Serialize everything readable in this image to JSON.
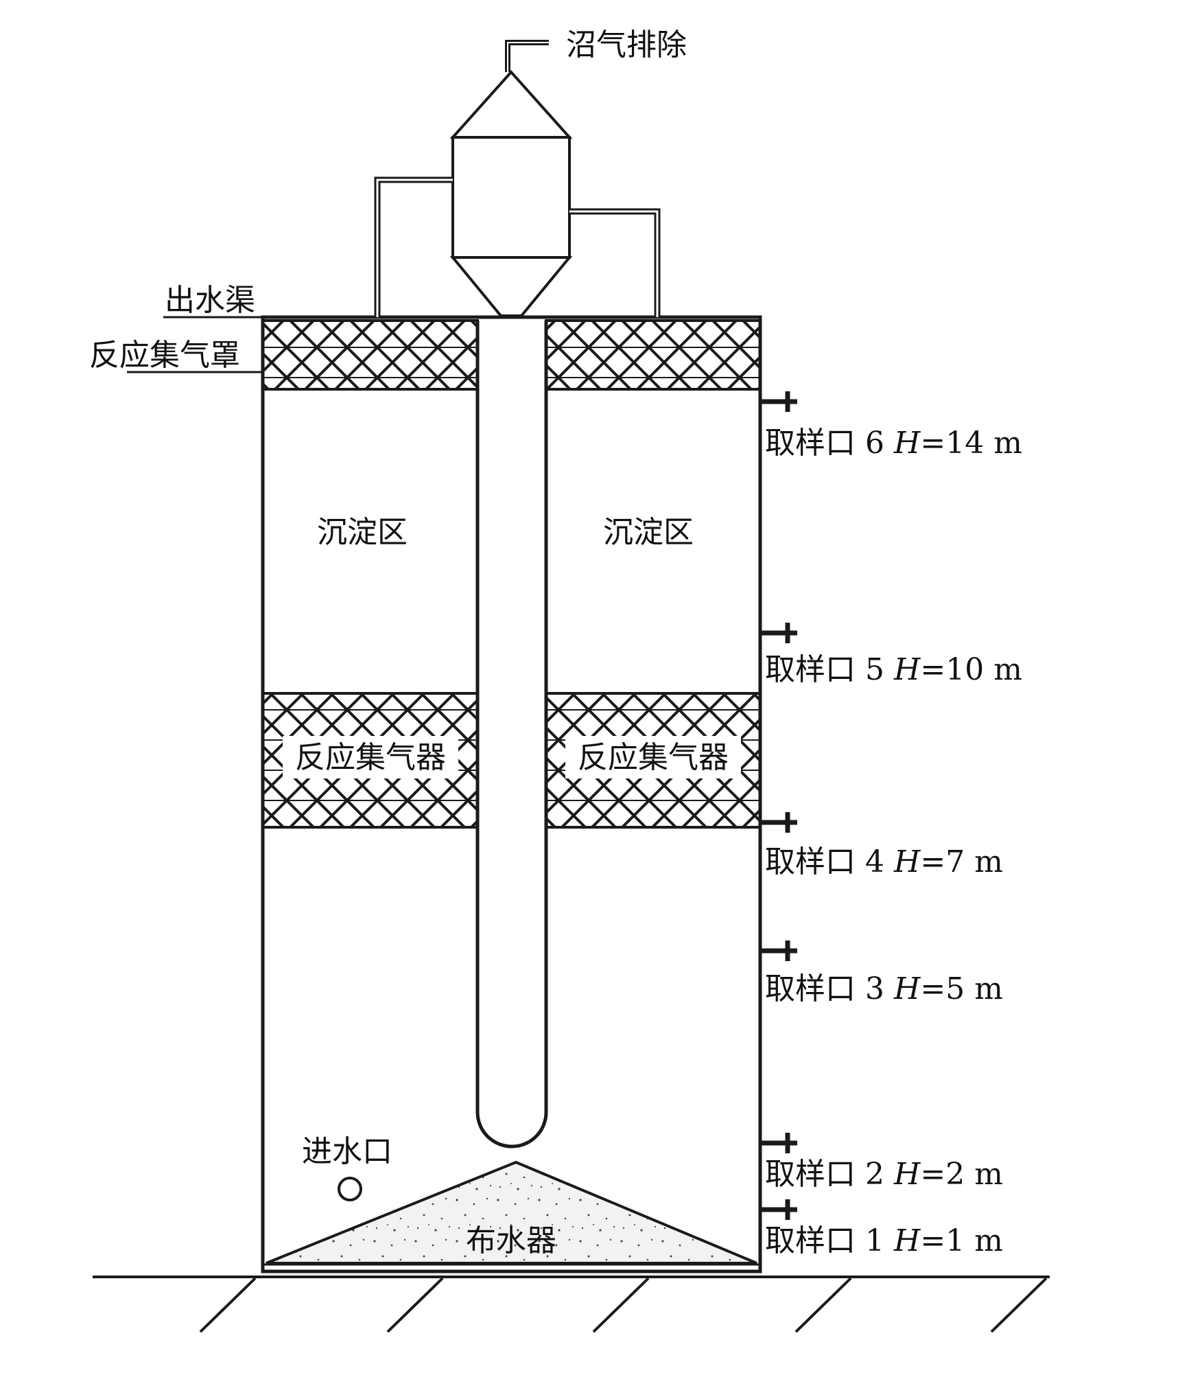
{
  "labels": {
    "biogas_exhaust": "沼气排除",
    "effluent_channel": "出水渠",
    "reaction_gas_hood": "反应集气罩",
    "settling_zone_left": "沉淀区",
    "settling_zone_right": "沉淀区",
    "gas_collector_left": "反应集气器",
    "gas_collector_right": "反应集气器",
    "water_inlet": "进水口",
    "water_distributor": "布水器"
  },
  "sampling_ports": [
    {
      "name": "取样口 6",
      "var": "H",
      "value": "=14 m"
    },
    {
      "name": "取样口 5",
      "var": "H",
      "value": "=10 m"
    },
    {
      "name": "取样口 4",
      "var": "H",
      "value": "=7 m"
    },
    {
      "name": "取样口 3",
      "var": "H",
      "value": "=5 m"
    },
    {
      "name": "取样口 2",
      "var": "H",
      "value": "=2 m"
    },
    {
      "name": "取样口 1",
      "var": "H",
      "value": "=1 m"
    }
  ],
  "colors": {
    "line": "#1a1a1a",
    "background": "#ffffff",
    "sand_fill": "#f2f2f2"
  }
}
